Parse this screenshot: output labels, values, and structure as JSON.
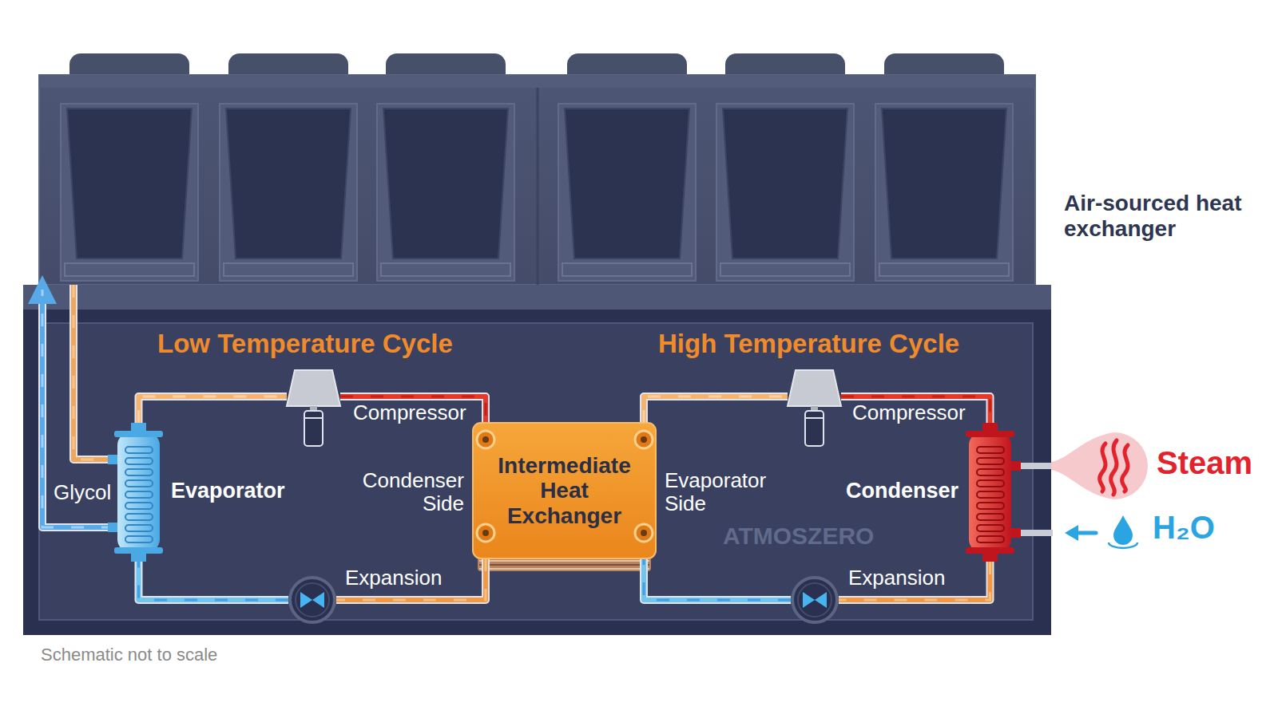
{
  "diagram": {
    "nodes": [
      {
        "text": [
          "Air-sourced heat exchanger"
        ]
      },
      {
        "text": [
          "Evaporator"
        ]
      },
      {
        "text": [
          "Compressor"
        ]
      },
      {
        "text": [
          "Intermediate Heat Exchanger"
        ]
      },
      {
        "text": [
          "Expansion"
        ]
      },
      {
        "text": [
          "Compressor"
        ]
      },
      {
        "text": [
          "Condenser"
        ]
      },
      {
        "text": [
          "Expansion"
        ]
      }
    ],
    "edges": [
      {
        "from": 1,
        "to": 2,
        "arrow": "none"
      },
      {
        "from": 2,
        "to": 3,
        "arrow": "none"
      },
      {
        "from": 3,
        "to": 4,
        "arrow": "none"
      },
      {
        "from": 4,
        "to": 1,
        "arrow": "none"
      },
      {
        "from": 3,
        "to": 5,
        "arrow": "none"
      },
      {
        "from": 5,
        "to": 6,
        "arrow": "none"
      },
      {
        "from": 6,
        "to": 7,
        "arrow": "none"
      },
      {
        "from": 7,
        "to": 3,
        "arrow": "none"
      },
      {
        "from": 0,
        "to": 1,
        "arrow": "none"
      },
      {
        "from": 1,
        "to": 0,
        "label": "Glycol",
        "arrow": "to"
      }
    ],
    "labels": [
      "Low Temperature Cycle",
      "High Temperature Cycle",
      "Condenser Side",
      "Evaporator Side",
      "Steam",
      "H₂O",
      "ATMOSZERO",
      "Schematic not to scale"
    ]
  }
}
